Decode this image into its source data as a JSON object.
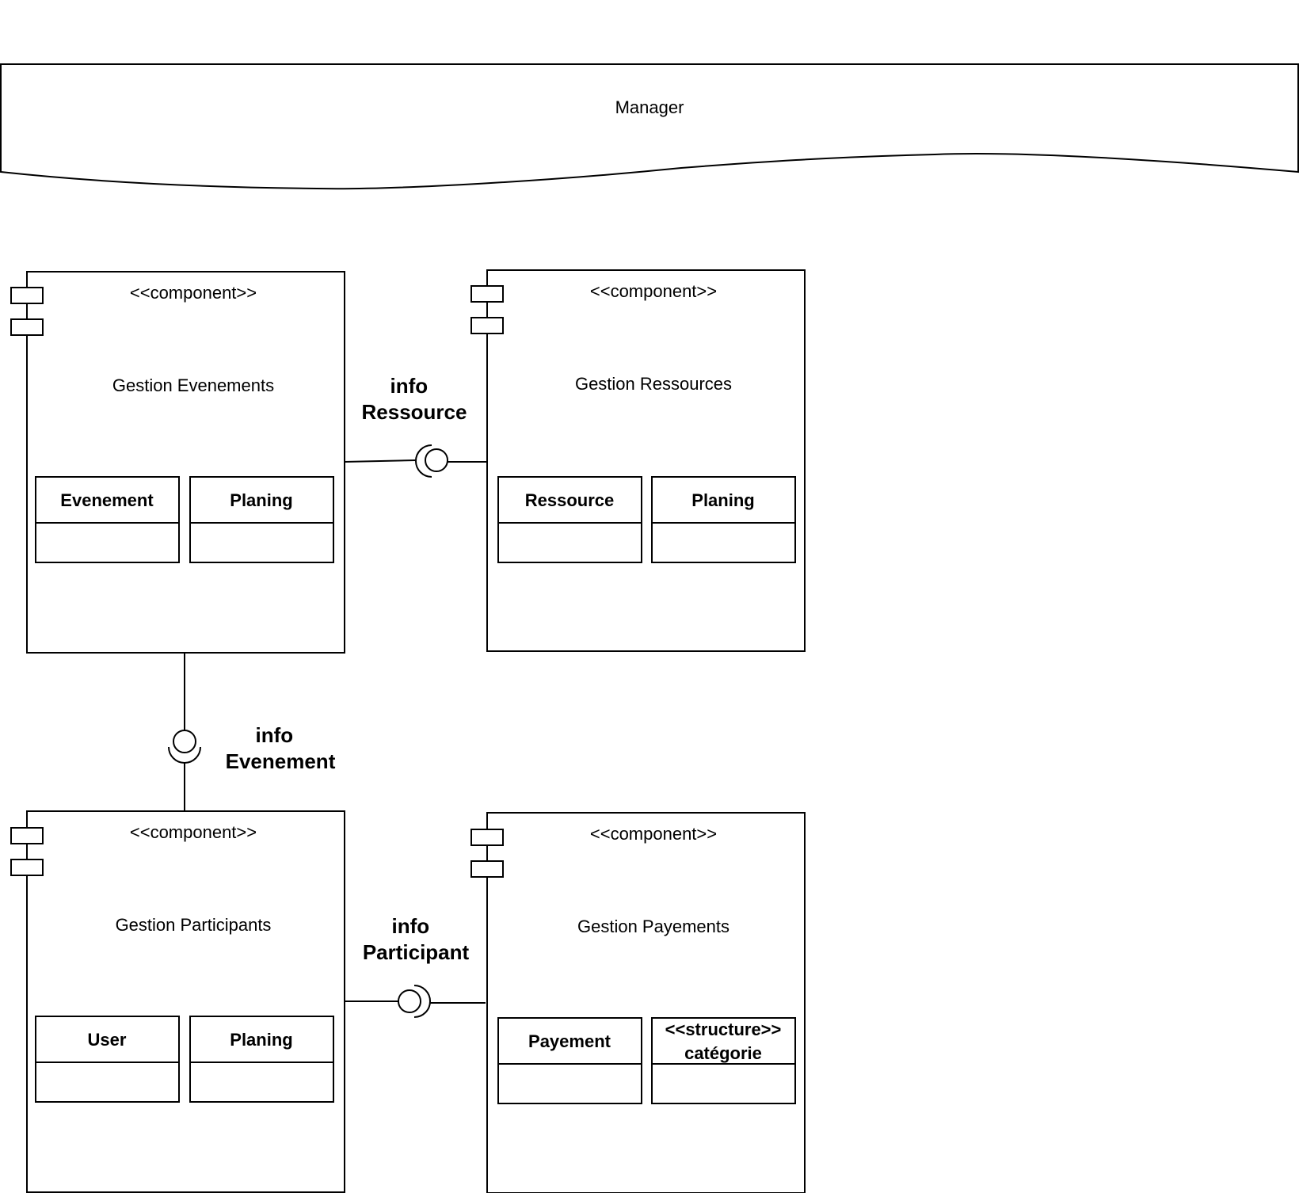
{
  "manager": {
    "label": "Manager"
  },
  "components": {
    "gestion_evenements": {
      "stereotype": "<<component>>",
      "name": "Gestion Evenements",
      "classes": [
        "Evenement",
        "Planing"
      ]
    },
    "gestion_ressources": {
      "stereotype": "<<component>>",
      "name": "Gestion Ressources",
      "classes": [
        "Ressource",
        "Planing"
      ]
    },
    "gestion_participants": {
      "stereotype": "<<component>>",
      "name": "Gestion Participants",
      "classes": [
        "User",
        "Planing"
      ]
    },
    "gestion_payements": {
      "stereotype": "<<component>>",
      "name": "Gestion Payements",
      "classes": [
        "Payement"
      ],
      "structure": {
        "stereotype": "<<structure>>",
        "name": "catégorie"
      }
    }
  },
  "interfaces": {
    "info_ressource": [
      "info",
      "Ressource"
    ],
    "info_evenement": [
      "info",
      "Evenement"
    ],
    "info_participant": [
      "info",
      "Participant"
    ]
  }
}
